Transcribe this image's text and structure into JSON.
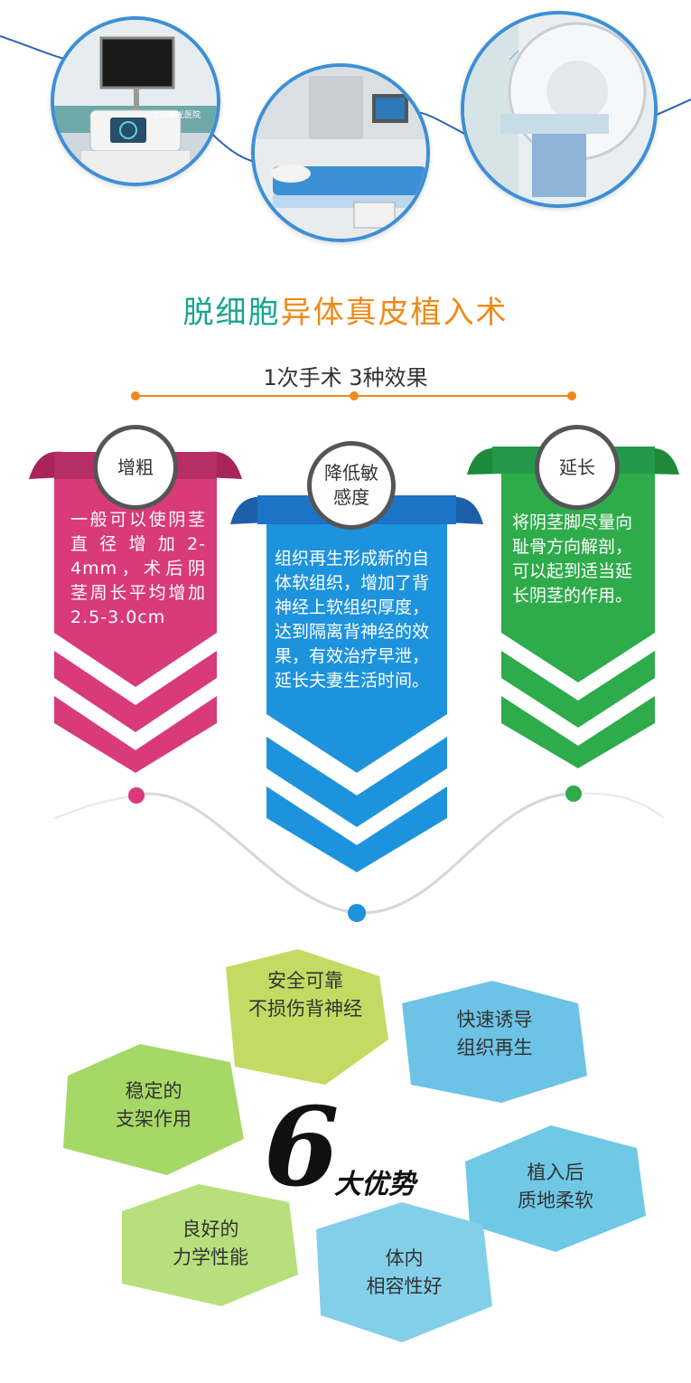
{
  "photos": [
    {
      "label": "device-console",
      "wall_sign": "沈阳曙光医院"
    },
    {
      "label": "treatment-bed"
    },
    {
      "label": "ct-scanner"
    }
  ],
  "title": {
    "part1": "脱细胞",
    "part2": "异体真皮植入术"
  },
  "subtitle": "1次手术  3种效果",
  "effects": [
    {
      "name": "增粗",
      "text": "一般可以使阴茎直径增加2-4mm，术后阴茎周长平均增加2.5-3.0cm",
      "color": "#d83a7a"
    },
    {
      "name": "降低敏感度",
      "text": "组织再生形成新的自体软组织，增加了背神经上软组织厚度，达到隔离背神经的效果，有效治疗早泄，延长夫妻生活时间。",
      "color": "#1e93dd"
    },
    {
      "name": "延长",
      "text": "将阴茎脚尽量向耻骨方向解剖，可以起到适当延长阴茎的作用。",
      "color": "#2eab4a"
    }
  ],
  "advantages_title": {
    "number": "6",
    "text": "大优势"
  },
  "advantages": [
    {
      "line1": "安全可靠",
      "line2": "不损伤背神经"
    },
    {
      "line1": "快速诱导",
      "line2": "组织再生"
    },
    {
      "line1": "稳定的",
      "line2": "支架作用"
    },
    {
      "line1": "植入后",
      "line2": "质地柔软"
    },
    {
      "line1": "良好的",
      "line2": "力学性能"
    },
    {
      "line1": "体内",
      "line2": "相容性好"
    }
  ]
}
